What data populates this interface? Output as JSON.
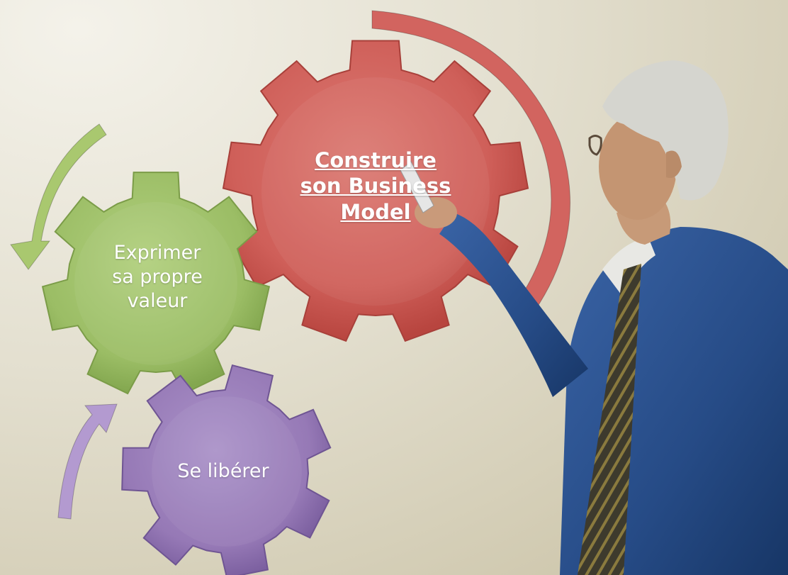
{
  "gears": {
    "business_model": {
      "lines": [
        "Construire",
        "son Business",
        "Model"
      ],
      "color": "#d2645f",
      "hyperlink": true
    },
    "valeur": {
      "lines": [
        "Exprimer",
        "sa propre",
        "valeur"
      ],
      "color": "#9ec06a"
    },
    "liberer": {
      "lines": [
        "Se libérer"
      ],
      "color": "#9a7dba"
    }
  },
  "arrows": {
    "red": "#d2645f",
    "green": "#a9c86f",
    "purple": "#b39ad0"
  },
  "presenter": {
    "jacket_color": "#2a4f8c",
    "hair_color": "#d8d8d2"
  }
}
